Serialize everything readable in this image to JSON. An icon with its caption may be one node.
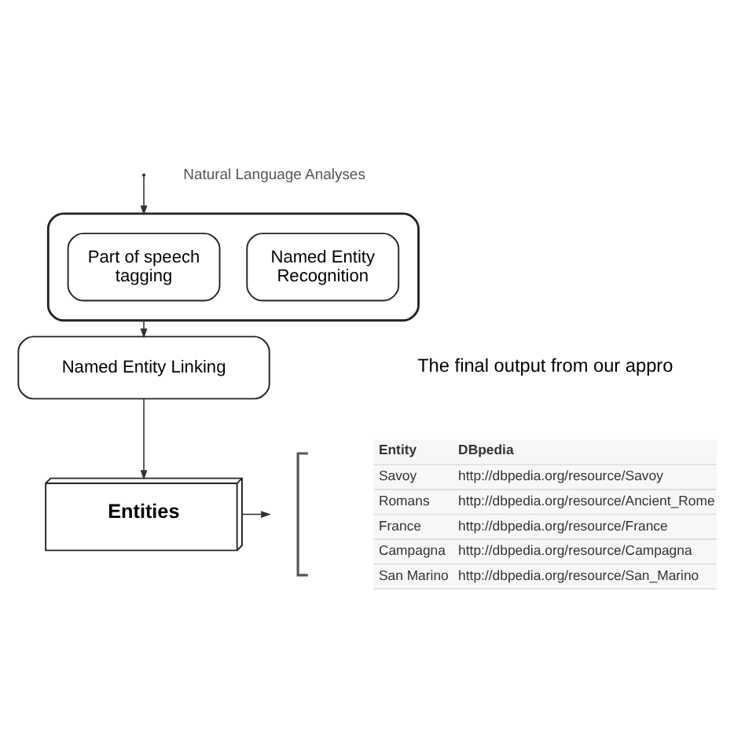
{
  "diagram": {
    "nodes": [
      {
        "text": [],
        "shape": "box"
      },
      {
        "text": [
          "Part of speech tagging"
        ],
        "in": 0
      },
      {
        "text": [
          "Named Entity Recognition"
        ],
        "in": 0
      },
      {
        "text": [
          "Named Entity Linking"
        ]
      },
      {
        "text": [
          "Entities"
        ]
      },
      {
        "text": [],
        "shape": "brace"
      }
    ],
    "edges": [
      {
        "from": null,
        "to": 0,
        "arrow": "to"
      },
      {
        "from": 0,
        "to": 3,
        "arrow": "to"
      },
      {
        "from": 3,
        "to": 4,
        "arrow": "to"
      },
      {
        "from": 4,
        "to": 5,
        "arrow": "to"
      }
    ],
    "labels": [
      "Natural Language Analyses",
      "The final output from our appro",
      "Entity",
      "DBpedia",
      "Savoy",
      "http://dbpedia.org/resource/Savoy",
      "Romans",
      "http://dbpedia.org/resource/Ancient_Rome",
      "France",
      "http://dbpedia.org/resource/France",
      "Campagna",
      "http://dbpedia.org/resource/Campagna",
      "San Marino",
      "http://dbpedia.org/resource/San_Marino"
    ]
  }
}
